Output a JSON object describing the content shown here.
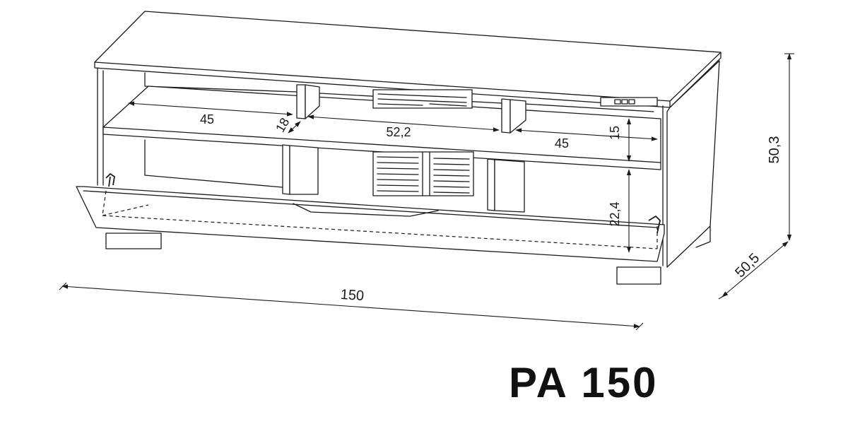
{
  "model": "PA 150",
  "dimensions": {
    "width": "150",
    "height": "50,3",
    "depth": "50,5",
    "left_compartment_width": "45",
    "shelf_gap": "18",
    "center_compartment_width": "52,2",
    "right_compartment_width": "45",
    "upper_opening_height": "15",
    "lower_opening_height": "22,4"
  }
}
